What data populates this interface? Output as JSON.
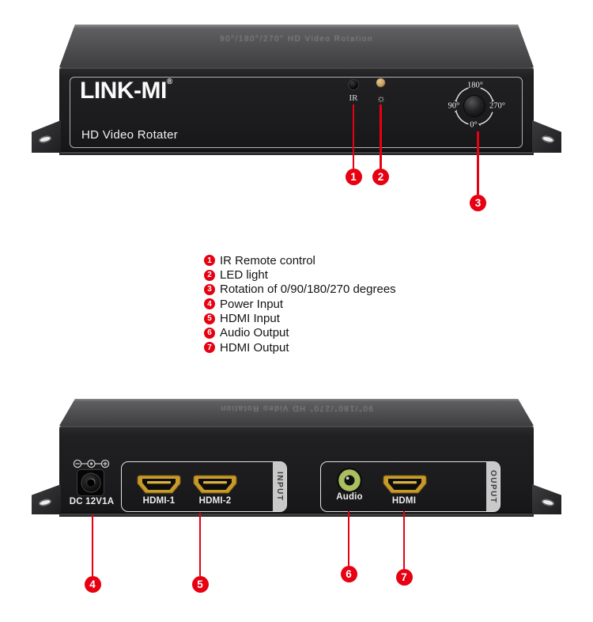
{
  "colors": {
    "accent_red": "#e60012",
    "hdmi_gold": "#c79a2a",
    "audio_green": "#aabf60",
    "led_amber": "#c8a064"
  },
  "front_panel": {
    "top_etch": "90°/180°/270° HD Video Rotation",
    "brand": "LINK-MI",
    "reg_mark": "®",
    "product_name": "HD Video Rotater",
    "ir_label": "IR",
    "led_icon_glyph": "☼",
    "dial": {
      "top": "180°",
      "left": "90°",
      "right": "270°",
      "bottom": "0°"
    },
    "callouts": [
      {
        "num": "1"
      },
      {
        "num": "2"
      },
      {
        "num": "3"
      }
    ]
  },
  "legend": {
    "items": [
      {
        "num": "1",
        "text": "IR Remote control"
      },
      {
        "num": "2",
        "text": "LED light"
      },
      {
        "num": "3",
        "text": "Rotation of 0/90/180/270 degrees"
      },
      {
        "num": "4",
        "text": "Power Input"
      },
      {
        "num": "5",
        "text": "HDMI Input"
      },
      {
        "num": "6",
        "text": "Audio Output"
      },
      {
        "num": "7",
        "text": "HDMI Output"
      }
    ]
  },
  "rear_panel": {
    "top_etch": "90°/180°/270° HD Video Rotation",
    "dc_label": "DC 12V1A",
    "input_group": {
      "strip_label": "INPUT",
      "port1_label": "HDMI-1",
      "port2_label": "HDMI-2"
    },
    "output_group": {
      "strip_label": "OUPUT",
      "audio_label": "Audio",
      "hdmi_label": "HDMI"
    },
    "callouts": [
      {
        "num": "4"
      },
      {
        "num": "5"
      },
      {
        "num": "6"
      },
      {
        "num": "7"
      }
    ]
  }
}
